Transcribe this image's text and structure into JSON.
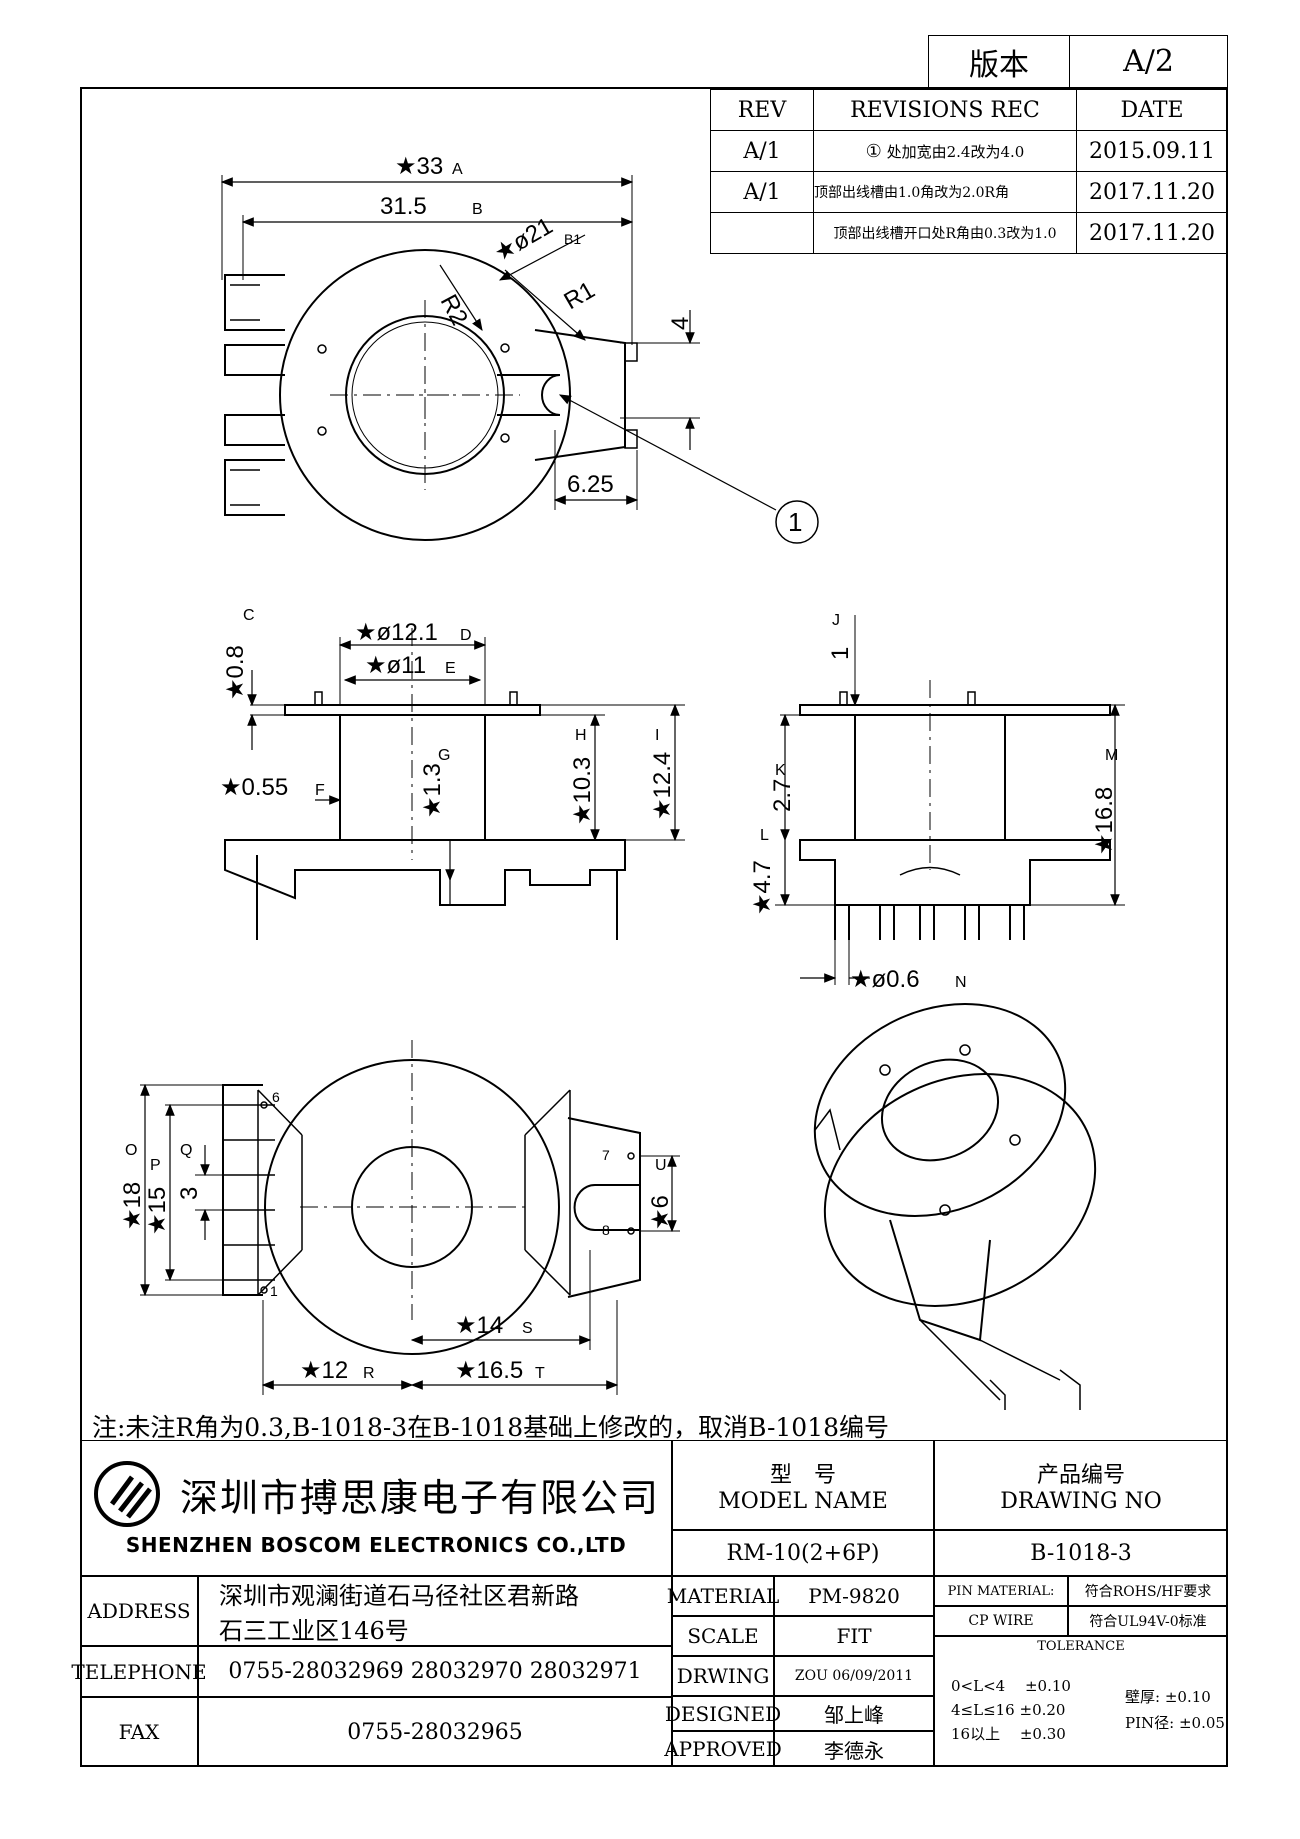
{
  "version_box": {
    "label": "版本",
    "value": "A/2"
  },
  "revisions": {
    "headers": {
      "rev": "REV",
      "rec": "REVISIONS REC",
      "date": "DATE"
    },
    "rows": [
      {
        "rev": "A/1",
        "marker": "①",
        "rec": "处加宽由2.4改为4.0",
        "date": "2015.09.11"
      },
      {
        "rev": "A/1",
        "marker": "",
        "rec": "顶部出线槽由1.0角改为2.0R角",
        "date": "2017.11.20"
      },
      {
        "rev": "",
        "marker": "",
        "rec": "顶部出线槽开口处R角由0.3改为1.0",
        "date": "2017.11.20"
      }
    ]
  },
  "views": {
    "top": {
      "dims": {
        "d33": "★33",
        "l33": "A",
        "d31": "31.5",
        "l31": "B",
        "dphi": "★ø21",
        "lphi": "B1",
        "r2": "R2",
        "r1": "R1",
        "d4": "4",
        "d625": "6.25",
        "callout": "1"
      }
    },
    "front": {
      "dims": {
        "c08": "★0.8",
        "lc": "C",
        "d121": "★ø12.1",
        "ld": "D",
        "d11": "★ø11",
        "le": "E",
        "d055": "★0.55",
        "lf": "F",
        "d13": "★1.3",
        "lg": "G",
        "d103": "★10.3",
        "lh": "H",
        "d124": "★12.4",
        "li": "I"
      }
    },
    "side": {
      "dims": {
        "d1": "1",
        "lj": "J",
        "d27": "2.7",
        "lk": "K",
        "d47": "★4.7",
        "ll": "L",
        "d168": "★16.8",
        "lm": "M",
        "d06": "★ø0.6",
        "ln": "N"
      }
    },
    "bottom": {
      "dims": {
        "d18": "★18",
        "lo": "O",
        "d15": "★15",
        "lp": "P",
        "d3": "3",
        "lq": "Q",
        "d6": "★6",
        "lu": "U",
        "d14": "★14",
        "ls": "S",
        "d12": "★12",
        "lr": "R",
        "d165": "★16.5",
        "lt": "T"
      },
      "pins": {
        "p6": "6",
        "p1": "1",
        "p7": "7",
        "p8": "8"
      }
    }
  },
  "note": "注:未注R角为0.3,B-1018-3在B-1018基础上修改的，取消B-1018编号",
  "title_block": {
    "company_cn": "深圳市搏思康电子有限公司",
    "company_en": "SHENZHEN BOSCOM ELECTRONICS CO.,LTD",
    "model_cn": "型　号",
    "model_en": "MODEL NAME",
    "model_value": "RM-10(2+6P)",
    "drawing_cn": "产品编号",
    "drawing_en": "DRAWING NO",
    "drawing_value": "B-1018-3",
    "address_label": "ADDRESS",
    "address_line1": "深圳市观澜街道石马径社区君新路",
    "address_line2": "石三工业区146号",
    "telephone_label": "TELEPHONE",
    "telephone_value": "0755-28032969 28032970 28032971",
    "fax_label": "FAX",
    "fax_value": "0755-28032965",
    "material_label": "MATERIAL",
    "material_value": "PM-9820",
    "scale_label": "SCALE",
    "scale_value": "FIT",
    "drwing_label": "DRWING",
    "drwing_value": "ZOU 06/09/2011",
    "designed_label": "DESIGNED",
    "designed_value": "邹上峰",
    "approved_label": "APPROVED",
    "approved_value": "李德永",
    "pin_material_label": "PIN MATERIAL:",
    "pin_material_value": "符合ROHS/HF要求",
    "cp_wire_label": "CP WIRE",
    "cp_wire_value": "符合UL94V-0标准",
    "tolerance_label": "TOLERANCE",
    "tol1": "0<L<4　 ±0.10",
    "tol2": "4≤L≤16 ±0.20",
    "tol3": "16以上　 ±0.30",
    "wall_label": "壁厚:",
    "wall_value": "±0.10",
    "pin_label": "PIN径:",
    "pin_value": "±0.05"
  }
}
